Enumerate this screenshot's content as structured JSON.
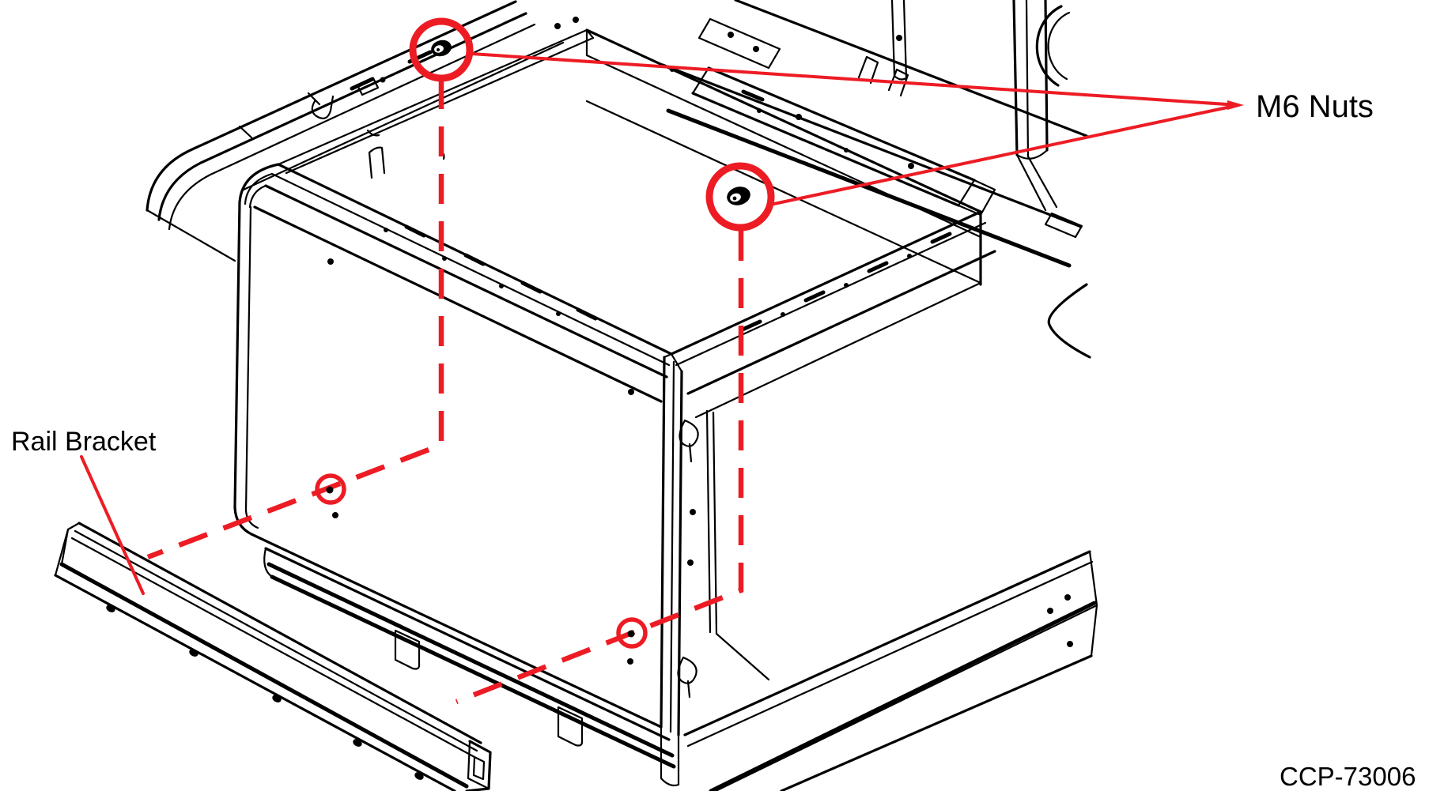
{
  "diagram": {
    "type": "exploded-assembly-line-drawing",
    "labels": {
      "m6_nuts": "M6 Nuts",
      "rail_bracket": "Rail Bracket",
      "drawing_number": "CCP-73006"
    },
    "parts": [
      {
        "name": "Rail Bracket",
        "description": "detached mounting rail shown at lower left"
      },
      {
        "name": "M6 Nuts",
        "description": "two nuts circled on the chassis frame",
        "count_circled": 2
      }
    ],
    "annotations": {
      "large_callout_circles": 2,
      "small_bolt_hole_circles": 2,
      "dashed_alignment_paths": 2,
      "leader_lines": 3
    },
    "colors": {
      "background": "#FFFFFF",
      "line_black": "#000000",
      "callout_red": "#ED1C24"
    }
  }
}
